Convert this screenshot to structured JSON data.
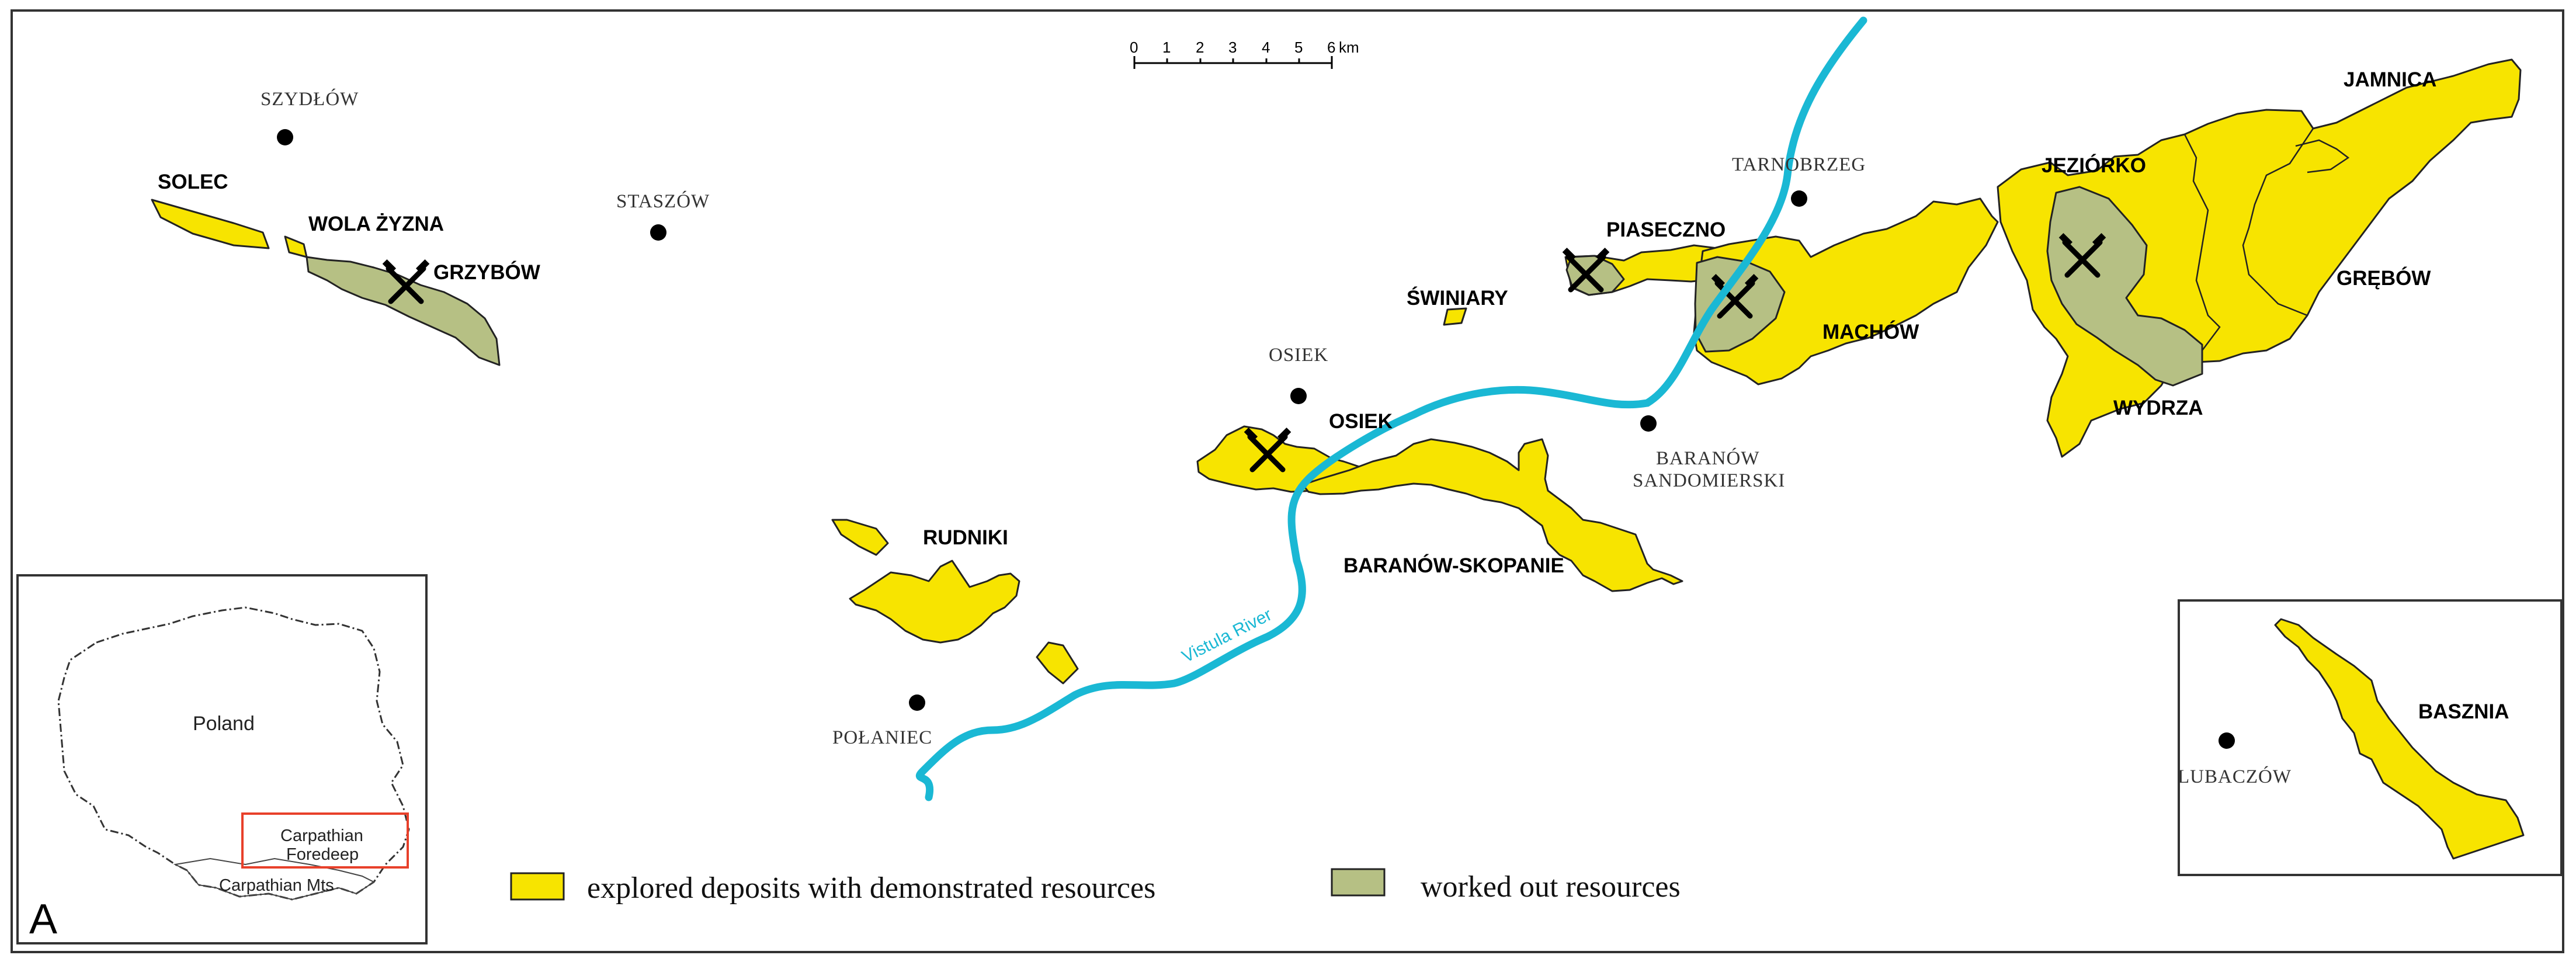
{
  "panel_letter": "A",
  "colors": {
    "explored": "#f7e400",
    "worked_out": "#b6c084",
    "river": "#1ab8d4",
    "inset_box": "#e8402a"
  },
  "deposits": [
    {
      "id": "solec",
      "label": "SOLEC"
    },
    {
      "id": "wola-zyzna",
      "label": "WOLA ŻYZNA"
    },
    {
      "id": "grzybow",
      "label": "GRZYBÓW"
    },
    {
      "id": "swiniary",
      "label": "ŚWINIARY"
    },
    {
      "id": "piaseczno",
      "label": "PIASECZNO"
    },
    {
      "id": "jeziorko",
      "label": "JEZIÓRKO"
    },
    {
      "id": "jamnica",
      "label": "JAMNICA"
    },
    {
      "id": "grebow",
      "label": "GRĘBÓW"
    },
    {
      "id": "machow",
      "label": "MACHÓW"
    },
    {
      "id": "wydrza",
      "label": "WYDRZA"
    },
    {
      "id": "osiek",
      "label": "OSIEK"
    },
    {
      "id": "rudniki",
      "label": "RUDNIKI"
    },
    {
      "id": "baranow-skopanie",
      "label": "BARANÓW-SKOPANIE"
    },
    {
      "id": "basznia",
      "label": "BASZNIA"
    }
  ],
  "towns": [
    {
      "id": "szydlow",
      "label": "SZYDŁÓW"
    },
    {
      "id": "staszow",
      "label": "STASZÓW"
    },
    {
      "id": "tarnobrzeg",
      "label": "TARNOBRZEG"
    },
    {
      "id": "osiek-town",
      "label": "OSIEK"
    },
    {
      "id": "baranow",
      "label_line1": "BARANÓW",
      "label_line2": "SANDOMIERSKI"
    },
    {
      "id": "polaniec",
      "label": "POŁANIEC"
    },
    {
      "id": "lubaczow",
      "label": "LUBACZÓW"
    }
  ],
  "river": {
    "label": "Vistula River"
  },
  "scale_bar": {
    "ticks": [
      "0",
      "1",
      "2",
      "3",
      "4",
      "5",
      "6"
    ],
    "unit": "km"
  },
  "legend": [
    {
      "id": "explored",
      "label": "explored deposits with demonstrated resources",
      "color": "#f7e400"
    },
    {
      "id": "worked-out",
      "label": "worked out resources",
      "color": "#b6c084"
    }
  ],
  "inset": {
    "country": "Poland",
    "region_line1": "Carpathian",
    "region_line2": "Foredeep",
    "mountains": "Carpathian Mts"
  },
  "mine_symbol": "crossed-hammers-icon"
}
